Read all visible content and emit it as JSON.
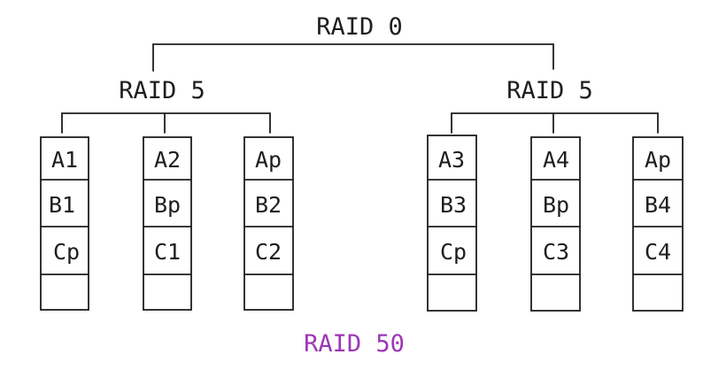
{
  "top_label": "RAID 0",
  "caption": "RAID 50",
  "colors": {
    "ink": "#1e1e1e",
    "caption": "#9c36b5"
  },
  "groups": [
    {
      "label": "RAID 5",
      "disks": [
        {
          "cells": [
            "A1",
            "B1",
            "Cp",
            ""
          ]
        },
        {
          "cells": [
            "A2",
            "Bp",
            "C1",
            ""
          ]
        },
        {
          "cells": [
            "Ap",
            "B2",
            "C2",
            ""
          ]
        }
      ]
    },
    {
      "label": "RAID 5",
      "disks": [
        {
          "cells": [
            "A3",
            "B3",
            "Cp",
            ""
          ]
        },
        {
          "cells": [
            "A4",
            "Bp",
            "C3",
            ""
          ]
        },
        {
          "cells": [
            "Ap",
            "B4",
            "C4",
            ""
          ]
        }
      ]
    }
  ]
}
